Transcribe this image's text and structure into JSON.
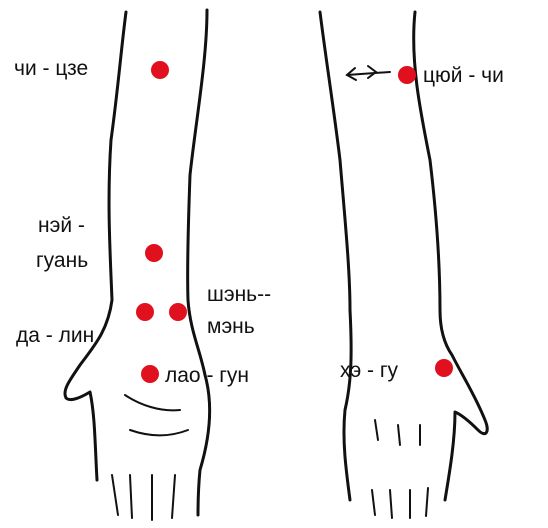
{
  "points": {
    "chi_cze": {
      "label": "чи - цзе",
      "color": "#e0101e"
    },
    "nei_guan": {
      "line1": "нэй -",
      "line2": "гуань",
      "color": "#e0101e"
    },
    "da_lin": {
      "label": "да - лин",
      "color": "#e0101e"
    },
    "shen_men": {
      "line1": "шэнь--",
      "line2": "мэнь",
      "color": "#e0101e"
    },
    "lao_gun": {
      "label": "лао - гун",
      "color": "#e0101e"
    },
    "cyui_chi": {
      "label": "цюй - чи",
      "color": "#e0101e"
    },
    "he_gu": {
      "label": "хэ - гу",
      "color": "#e0101e"
    }
  }
}
